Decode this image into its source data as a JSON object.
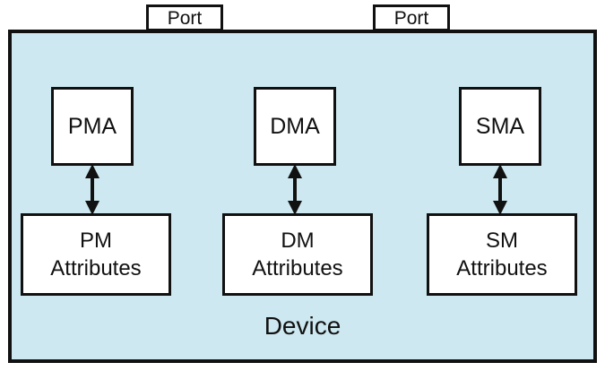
{
  "ports": [
    {
      "label": "Port"
    },
    {
      "label": "Port"
    }
  ],
  "device": {
    "label": "Device"
  },
  "columns": [
    {
      "agent": "PMA",
      "attr_line1": "PM",
      "attr_line2": "Attributes"
    },
    {
      "agent": "DMA",
      "attr_line1": "DM",
      "attr_line2": "Attributes"
    },
    {
      "agent": "SMA",
      "attr_line1": "SM",
      "attr_line2": "Attributes"
    }
  ],
  "colors": {
    "device_fill": "#cde8f0",
    "stroke": "#111111",
    "box_fill": "#ffffff"
  }
}
